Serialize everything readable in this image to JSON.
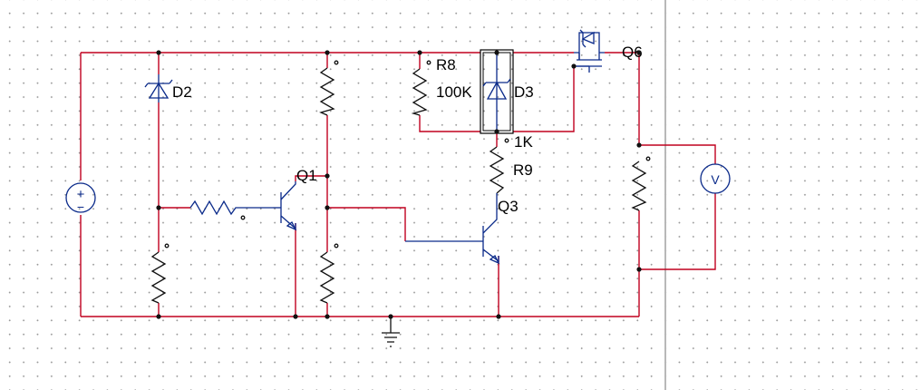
{
  "components": {
    "d2": {
      "ref": "D2"
    },
    "d3": {
      "ref": "D3"
    },
    "q1": {
      "ref": "Q1"
    },
    "q3": {
      "ref": "Q3"
    },
    "q6": {
      "ref": "Q6"
    },
    "r8": {
      "ref": "R8",
      "value": "100K"
    },
    "r9": {
      "ref": "R9",
      "value": "1K"
    },
    "source": {
      "plus": "+",
      "minus": "−"
    },
    "voltmeter": {
      "symbol": "V"
    }
  },
  "colors": {
    "wire": "#c0001f",
    "component": "#111111",
    "selection": "#000000"
  },
  "icons": {
    "source": "dc-voltage-source-icon",
    "meter": "voltmeter-icon",
    "ground": "ground-icon"
  }
}
